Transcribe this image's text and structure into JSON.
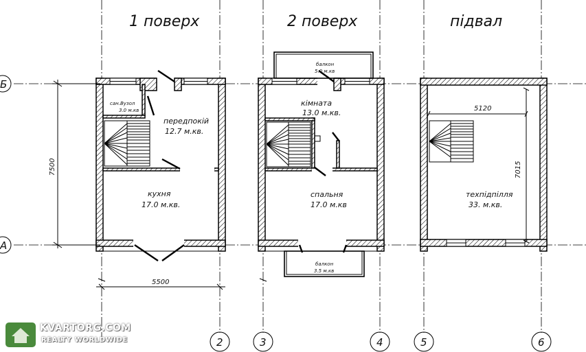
{
  "floors": [
    {
      "title": "1 поверх"
    },
    {
      "title": "2 поверх"
    },
    {
      "title": "підвал"
    }
  ],
  "rooms": {
    "f1_bath_name": "сан.Вузол",
    "f1_bath_area": "3.0 м.кв",
    "f1_hall_name": "передпокій",
    "f1_hall_area": "12.7 м.кв.",
    "f1_kitchen_name": "кухня",
    "f1_kitchen_area": "17.0 м.кв.",
    "f2_balcony_top_name": "балкон",
    "f2_balcony_top_area": "5.0 м.кв",
    "f2_room_name": "кімната",
    "f2_room_area": "13.0 м.кв.",
    "f2_bedroom_name": "спальня",
    "f2_bedroom_area": "17.0 м.кв",
    "f2_balcony_bottom_name": "балкон",
    "f2_balcony_bottom_area": "3.5 м.кв",
    "basement_name": "техпідпілля",
    "basement_area": "33. м.кв."
  },
  "dimensions": {
    "height_left": "7500",
    "width_bottom": "5500",
    "basement_width": "5120",
    "basement_height": "7015"
  },
  "axes": {
    "row_top": "Б",
    "row_bottom": "А",
    "col_2": "2",
    "col_3": "3",
    "col_4": "4",
    "col_5": "5",
    "col_6": "6"
  },
  "watermark": {
    "line1": "KVARTORG.COM",
    "line2": "REALTY WORLDWIDE"
  }
}
